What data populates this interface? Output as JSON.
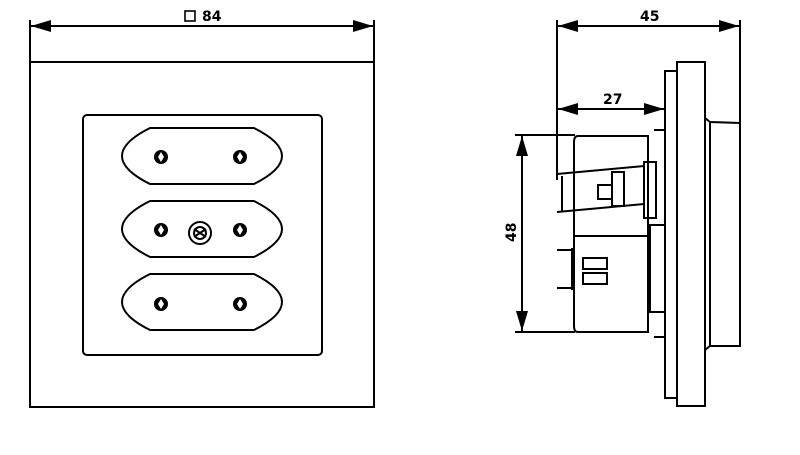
{
  "front_view": {
    "dimension_label": "84",
    "dimension_symbol": "square",
    "sockets": 3
  },
  "side_view": {
    "depth_total_label": "45",
    "depth_mount_label": "27",
    "height_label": "48"
  },
  "colors": {
    "line": "#000000",
    "background": "#ffffff"
  }
}
